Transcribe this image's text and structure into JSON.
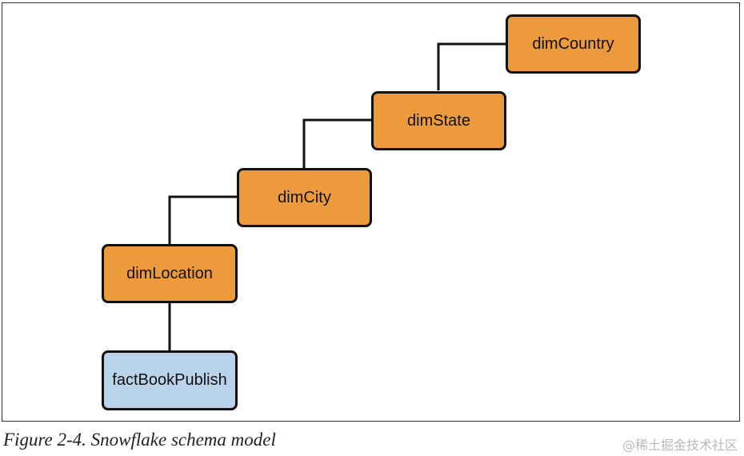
{
  "diagram": {
    "nodes": [
      {
        "id": "dimCountry",
        "label": "dimCountry",
        "kind": "dimension"
      },
      {
        "id": "dimState",
        "label": "dimState",
        "kind": "dimension"
      },
      {
        "id": "dimCity",
        "label": "dimCity",
        "kind": "dimension"
      },
      {
        "id": "dimLocation",
        "label": "dimLocation",
        "kind": "dimension"
      },
      {
        "id": "factBookPublish",
        "label": "factBookPublish",
        "kind": "fact"
      }
    ],
    "edges": [
      {
        "from": "dimState",
        "to": "dimCountry"
      },
      {
        "from": "dimCity",
        "to": "dimState"
      },
      {
        "from": "dimLocation",
        "to": "dimCity"
      },
      {
        "from": "factBookPublish",
        "to": "dimLocation"
      }
    ],
    "colors": {
      "dimension": "#ec9a3c",
      "fact": "#b9d3ea",
      "border": "#111111",
      "line": "#111111"
    }
  },
  "caption": "Figure 2-4. Snowflake schema model",
  "watermark": "@稀土掘金技术社区"
}
